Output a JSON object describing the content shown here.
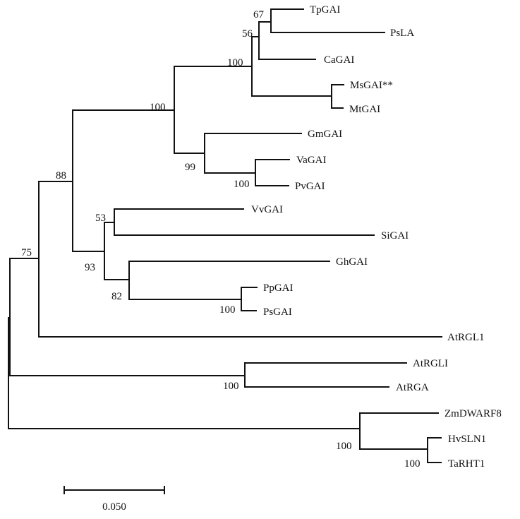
{
  "taxa": {
    "tpgai": "TpGAI",
    "psla": "PsLA",
    "cagai": "CaGAI",
    "msgai": "MsGAI**",
    "mtgai": "MtGAI",
    "gmgai": "GmGAI",
    "vagai": "VaGAI",
    "pvgai": "PvGAI",
    "vvgai": "VvGAI",
    "sigai": "SiGAI",
    "ghgai": "GhGAI",
    "ppgai": "PpGAI",
    "psgai": "PsGAI",
    "atrgl1": "AtRGL1",
    "atrgli": "AtRGLI",
    "atrga": "AtRGA",
    "zmdwarf8": "ZmDWARF8",
    "hvsln1": "HvSLN1",
    "tarht1": "TaRHT1"
  },
  "bootstrap": {
    "tp_ps": "67",
    "tp_ps_ca": "56",
    "legume_core": "100",
    "legume_big": "100",
    "gm_va_pv": "99",
    "va_pv": "100",
    "dicot_group": "88",
    "vv_si": "53",
    "vv_gh_group": "93",
    "gh_pp_ps": "82",
    "pp_ps": "100",
    "with_atrgl1": "75",
    "atrgli_atrga": "100",
    "monocots": "100",
    "hv_ta": "100"
  },
  "scale_bar": {
    "label": "0.050",
    "value": 0.05
  }
}
